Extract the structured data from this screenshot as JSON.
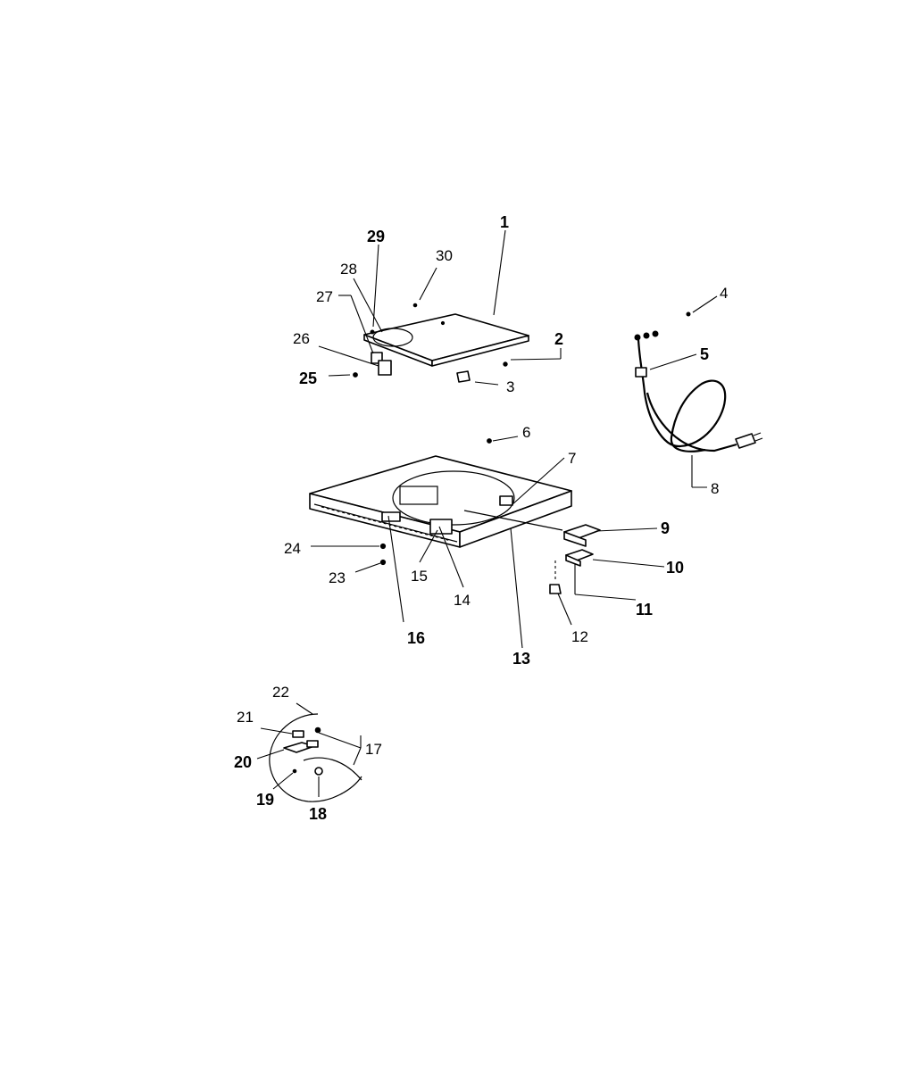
{
  "callouts": [
    {
      "id": "1",
      "text": "1"
    },
    {
      "id": "2",
      "text": "2"
    },
    {
      "id": "3",
      "text": "3"
    },
    {
      "id": "4",
      "text": "4"
    },
    {
      "id": "5",
      "text": "5"
    },
    {
      "id": "6",
      "text": "6"
    },
    {
      "id": "7",
      "text": "7"
    },
    {
      "id": "8",
      "text": "8"
    },
    {
      "id": "9",
      "text": "9"
    },
    {
      "id": "10",
      "text": "10"
    },
    {
      "id": "11",
      "text": "11"
    },
    {
      "id": "12",
      "text": "12"
    },
    {
      "id": "13",
      "text": "13"
    },
    {
      "id": "14",
      "text": "14"
    },
    {
      "id": "15",
      "text": "15"
    },
    {
      "id": "16",
      "text": "16"
    },
    {
      "id": "17",
      "text": "17"
    },
    {
      "id": "18",
      "text": "18"
    },
    {
      "id": "19",
      "text": "19"
    },
    {
      "id": "20",
      "text": "20"
    },
    {
      "id": "21",
      "text": "21"
    },
    {
      "id": "22",
      "text": "22"
    },
    {
      "id": "23",
      "text": "23"
    },
    {
      "id": "24",
      "text": "24"
    },
    {
      "id": "25",
      "text": "25"
    },
    {
      "id": "26",
      "text": "26"
    },
    {
      "id": "27",
      "text": "27"
    },
    {
      "id": "28",
      "text": "28"
    },
    {
      "id": "29",
      "text": "29"
    },
    {
      "id": "30",
      "text": "30"
    }
  ]
}
